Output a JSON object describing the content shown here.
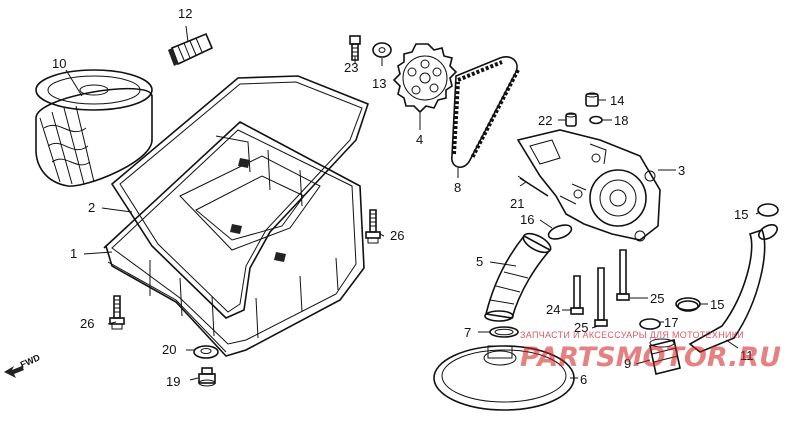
{
  "callouts": [
    {
      "id": "c1",
      "text": "1"
    },
    {
      "id": "c2",
      "text": "2"
    },
    {
      "id": "c3",
      "text": "3"
    },
    {
      "id": "c4",
      "text": "4"
    },
    {
      "id": "c5",
      "text": "5"
    },
    {
      "id": "c6",
      "text": "6"
    },
    {
      "id": "c7",
      "text": "7"
    },
    {
      "id": "c8",
      "text": "8"
    },
    {
      "id": "c9",
      "text": "9"
    },
    {
      "id": "c10",
      "text": "10"
    },
    {
      "id": "c11",
      "text": "11"
    },
    {
      "id": "c12",
      "text": "12"
    },
    {
      "id": "c13",
      "text": "13"
    },
    {
      "id": "c14",
      "text": "14"
    },
    {
      "id": "c15a",
      "text": "15"
    },
    {
      "id": "c15b",
      "text": "15"
    },
    {
      "id": "c16",
      "text": "16"
    },
    {
      "id": "c17",
      "text": "17"
    },
    {
      "id": "c18",
      "text": "18"
    },
    {
      "id": "c19",
      "text": "19"
    },
    {
      "id": "c20",
      "text": "20"
    },
    {
      "id": "c21",
      "text": "21"
    },
    {
      "id": "c22",
      "text": "22"
    },
    {
      "id": "c23",
      "text": "23"
    },
    {
      "id": "c24",
      "text": "24"
    },
    {
      "id": "c25a",
      "text": "25"
    },
    {
      "id": "c25b",
      "text": "25"
    },
    {
      "id": "c26a",
      "text": "26"
    },
    {
      "id": "c26b",
      "text": "26"
    }
  ],
  "fwd_label": "FWD",
  "watermark": {
    "tagline": "ЗАПЧАСТИ И АКСЕССУАРЫ ДЛЯ МОТОТЕХНИКИ",
    "logo": "PARTSMOTOR.RU",
    "color": "#d21c1c"
  }
}
